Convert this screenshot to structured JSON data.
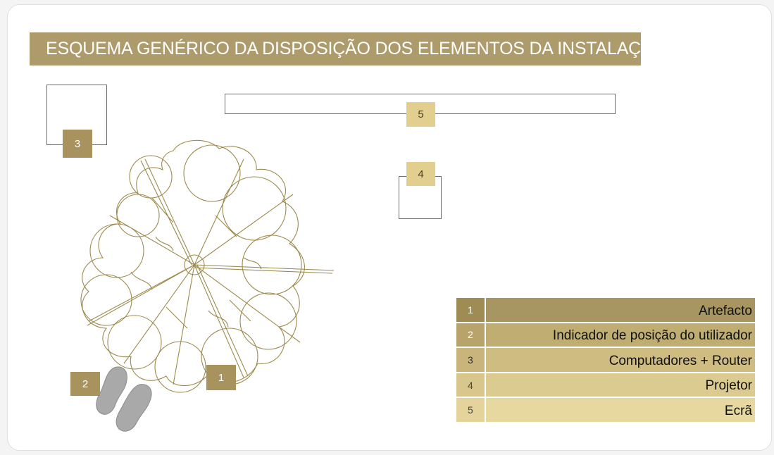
{
  "title": "ESQUEMA GENÉRICO DA DISPOSIÇÃO DOS ELEMENTOS DA INSTALAÇÃO",
  "colors": {
    "title_bg": "#ad9b6b",
    "tag_dark": "#a8935e",
    "tag_light": "#e2cf8f",
    "artifact_stroke": "#9c8a4d",
    "feet_fill": "#a9a9a9"
  },
  "markers": {
    "m1": "1",
    "m2": "2",
    "m3": "3",
    "m4": "4",
    "m5": "5"
  },
  "legend": [
    {
      "num": "1",
      "label": "Artefacto",
      "num_bg": "#9f8c55",
      "label_bg": "#a79562",
      "num_color": "#ffffff"
    },
    {
      "num": "2",
      "label": "Indicador de posição do utilizador",
      "num_bg": "#b8a46a",
      "label_bg": "#c0ad72",
      "num_color": "#ffffff"
    },
    {
      "num": "3",
      "label": "Computadores + Router",
      "num_bg": "#c9b57b",
      "label_bg": "#cfbc80",
      "num_color": "#333333"
    },
    {
      "num": "4",
      "label": "Projetor",
      "num_bg": "#d8c68c",
      "label_bg": "#dccb90",
      "num_color": "#444444"
    },
    {
      "num": "5",
      "label": "Ecrã",
      "num_bg": "#e4d49c",
      "label_bg": "#e7d8a0",
      "num_color": "#444444"
    }
  ]
}
